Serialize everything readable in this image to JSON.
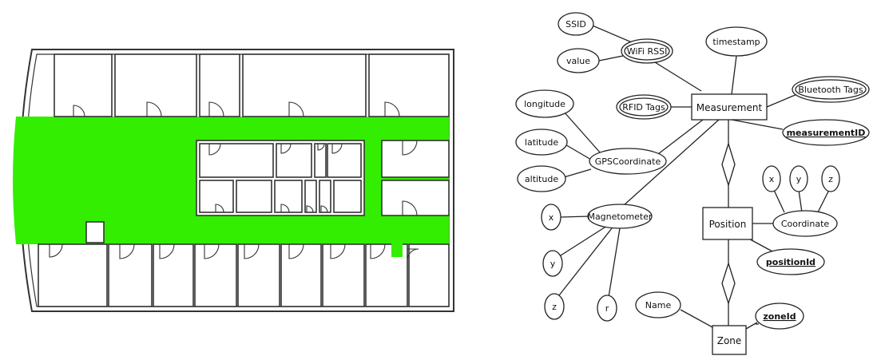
{
  "floor_plan": {
    "corridor_color": "#33ee00"
  },
  "er_diagram": {
    "entities": {
      "measurement": "Measurement",
      "position": "Position",
      "zone": "Zone"
    },
    "attributes": {
      "ssid": "SSID",
      "value": "value",
      "wifi_rssi": "WiFi RSSI",
      "timestamp": "timestamp",
      "bluetooth_tags": "Bluetooth Tags",
      "rfid_tags": "RFID Tags",
      "measurement_id": "measurementID",
      "longitude": "longitude",
      "latitude": "latitude",
      "altitude": "altitude",
      "gps_coordinate": "GPSCoordinate",
      "magnetometer": "Magnetometer",
      "mag_x": "x",
      "mag_y": "y",
      "mag_z": "z",
      "mag_r": "r",
      "coordinate": "Coordinate",
      "coord_x": "x",
      "coord_y": "y",
      "coord_z": "z",
      "position_id": "positionId",
      "name": "Name",
      "zone_id": "zoneId"
    }
  }
}
